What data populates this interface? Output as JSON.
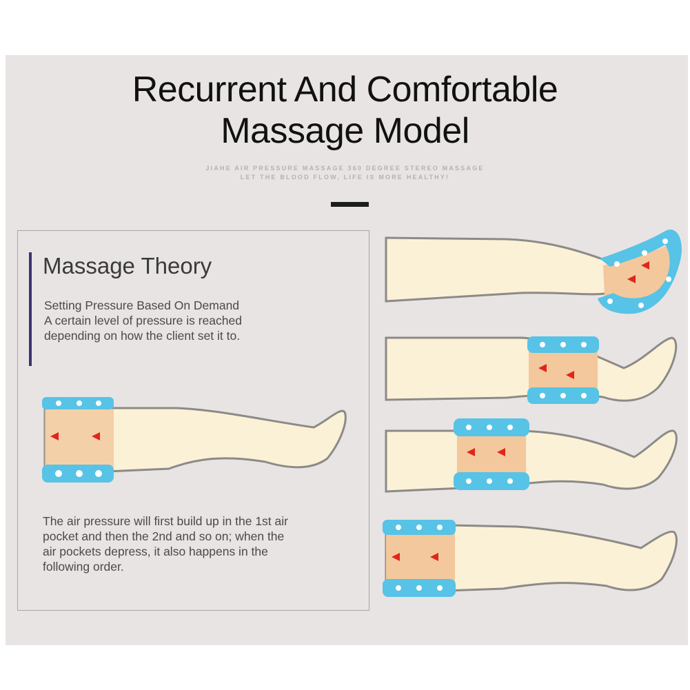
{
  "header": {
    "title_line1": "Recurrent And Comfortable",
    "title_line2": "Massage Model",
    "subtitle_line1": "JIAHE AIR PRESSURE MASSAGE 360 DEGREE STEREO MASSAGE",
    "subtitle_line2": "LET THE BLOOD FLOW, LIFE IS MORE HEALTHY!"
  },
  "theory": {
    "heading": "Massage Theory",
    "lines": [
      "Setting Pressure Based On Demand",
      "A certain level of pressure is reached",
      "depending on how the client set it to."
    ],
    "note_lines": [
      "The air pressure will first build up in the 1st air",
      "pocket and then the 2nd and so on; when the",
      "air pockets depress, it also happens in the",
      "following order."
    ]
  },
  "colors": {
    "background": "#e8e4e3",
    "leg_fill": "#fbf1d6",
    "leg_outline": "#8c8a88",
    "cuff_blue": "#57c3e6",
    "pressure_fill": "#f3c89c",
    "arrow_red": "#e0261c",
    "accent_bar": "#3b3470"
  },
  "icons": [
    "leg-illustration",
    "air-cuff",
    "pressure-arrow-icon"
  ]
}
